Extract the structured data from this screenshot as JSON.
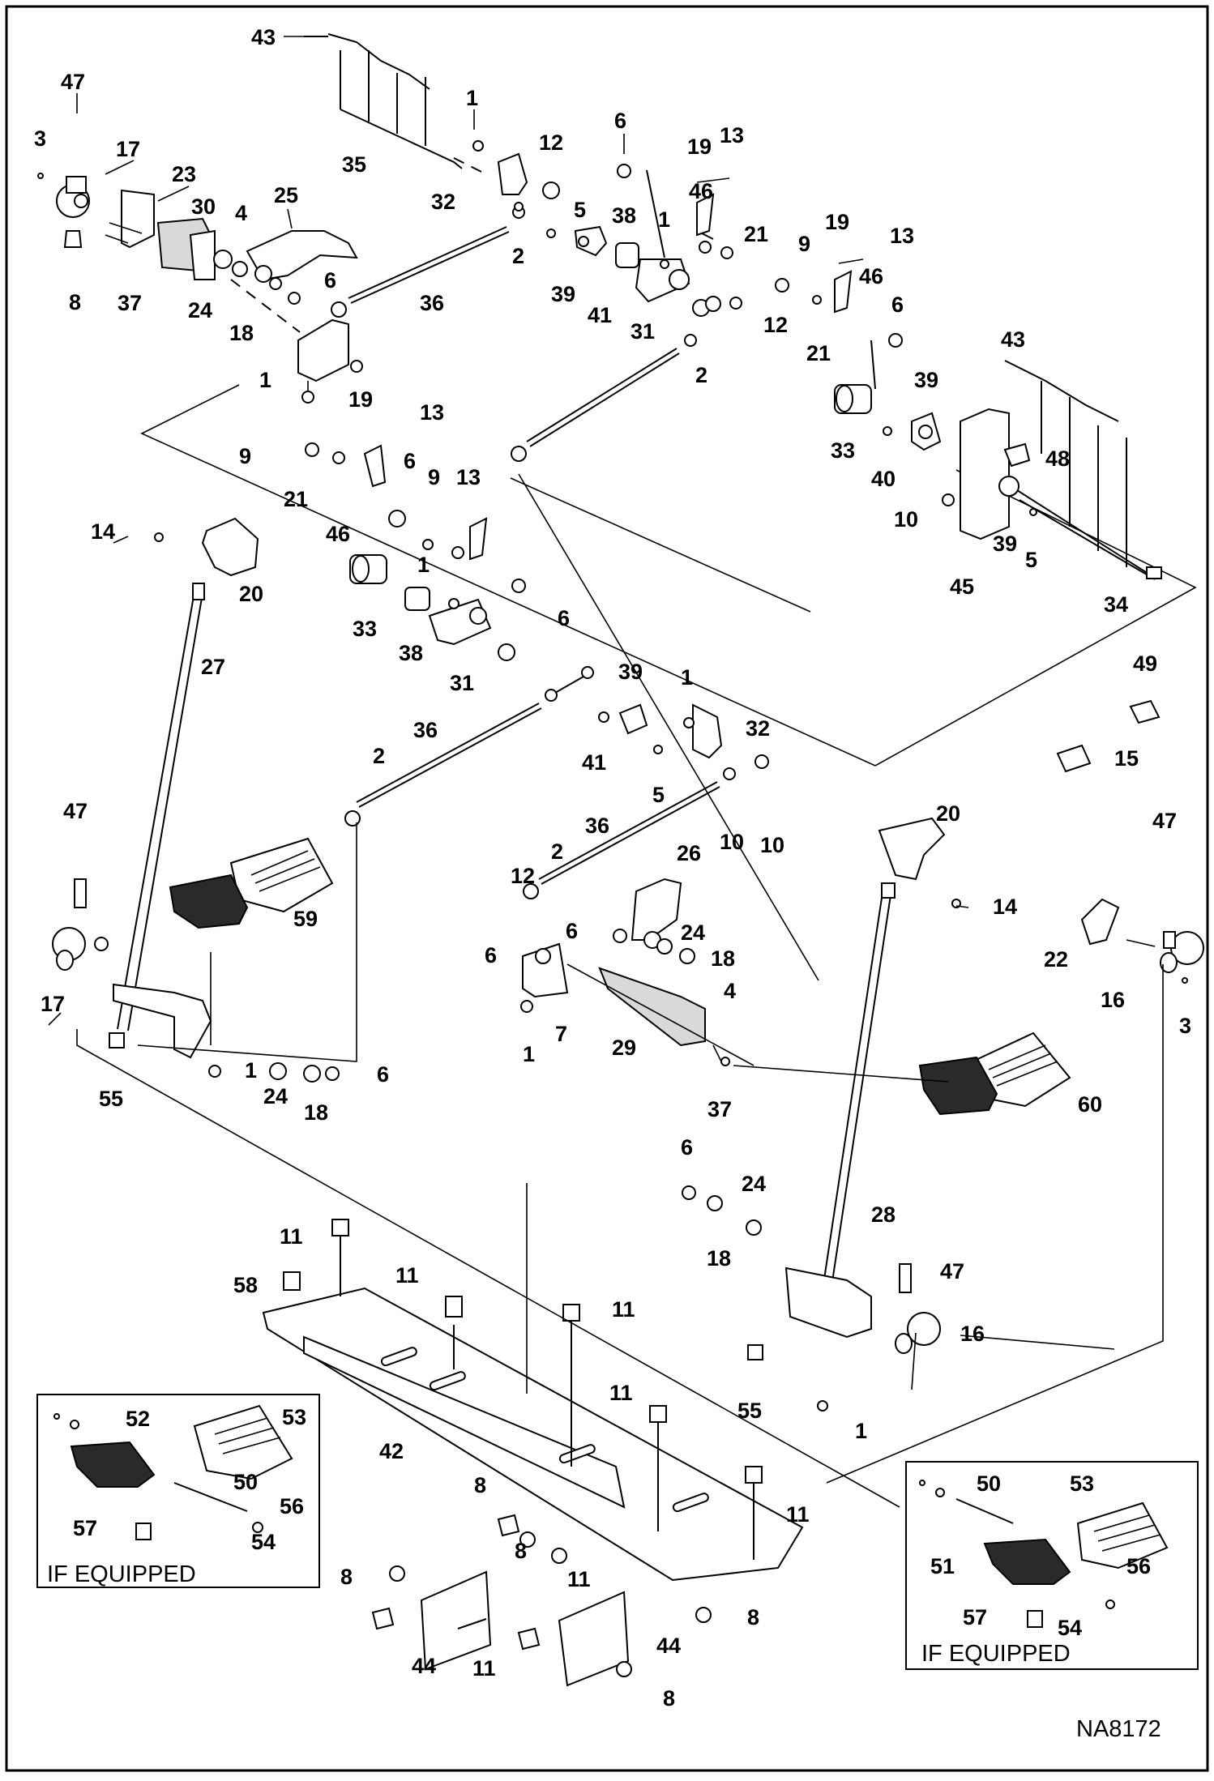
{
  "figure_id": "NA8172",
  "if_equipped_label": "IF EQUIPPED",
  "callouts": {
    "c1": "1",
    "c2": "2",
    "c3": "3",
    "c4": "4",
    "c5": "5",
    "c6": "6",
    "c7": "7",
    "c8": "8",
    "c9": "9",
    "c10": "10",
    "c11": "11",
    "c12": "12",
    "c13": "13",
    "c14": "14",
    "c15": "15",
    "c16": "16",
    "c17": "17",
    "c18": "18",
    "c19": "19",
    "c20": "20",
    "c21": "21",
    "c22": "22",
    "c23": "23",
    "c24": "24",
    "c25": "25",
    "c26": "26",
    "c27": "27",
    "c28": "28",
    "c29": "29",
    "c30": "30",
    "c31": "31",
    "c32": "32",
    "c33": "33",
    "c34": "34",
    "c35": "35",
    "c36": "36",
    "c37": "37",
    "c38": "38",
    "c39": "39",
    "c40": "40",
    "c41": "41",
    "c42": "42",
    "c43": "43",
    "c44": "44",
    "c45": "45",
    "c46": "46",
    "c47": "47",
    "c48": "48",
    "c49": "49",
    "c50": "50",
    "c51": "51",
    "c52": "52",
    "c53": "53",
    "c54": "54",
    "c55": "55",
    "c56": "56",
    "c57": "57",
    "c58": "58",
    "c59": "59",
    "c60": "60"
  }
}
